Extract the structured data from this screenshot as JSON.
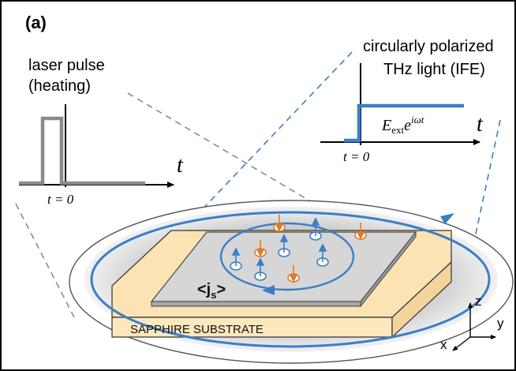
{
  "panel_label": "(a)",
  "laser": {
    "title_line1": "laser pulse",
    "title_line2": "(heating)",
    "t_axis": "t",
    "t0": "t = 0"
  },
  "thz": {
    "title_line1": "circularly polarized",
    "title_line2": "THz light  (IFE)",
    "t_axis": "t",
    "t0": "t = 0",
    "field_base": "E",
    "field_sub": "ext",
    "field_sup": "iωt",
    "field_e": "e"
  },
  "film": {
    "current_label": "<j",
    "current_sub": "s",
    "current_close": ">"
  },
  "substrate": {
    "label": "SAPPHIRE SUBSTRATE"
  },
  "axes": {
    "x": "x",
    "y": "y",
    "z": "z"
  },
  "colors": {
    "blue": "#3a7fc8",
    "orange": "#e07a2a",
    "pulse_gray": "#8a8a8a",
    "substrate_fill": "#fbe3b4",
    "film_fill": "#d6d6d6"
  }
}
